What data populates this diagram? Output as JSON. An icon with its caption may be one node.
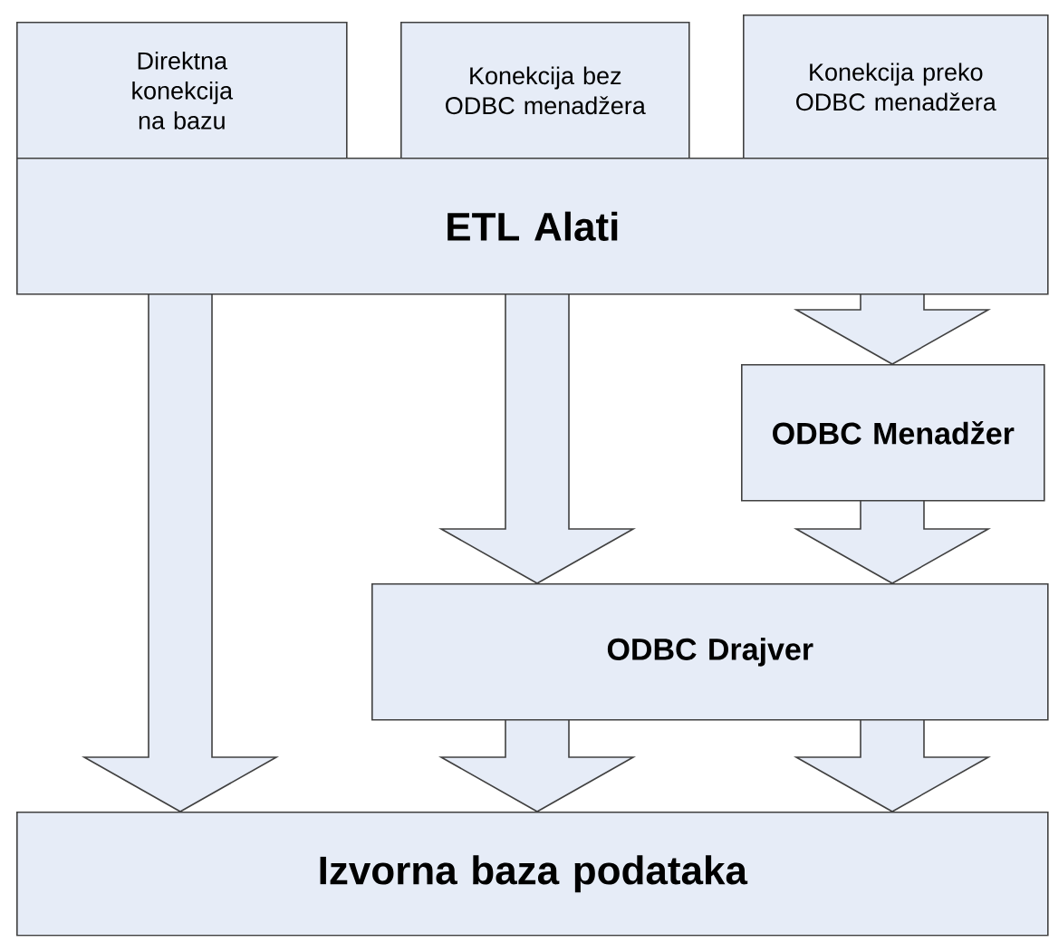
{
  "diagram": {
    "nodes": [
      {
        "text": [
          "Direktna konekcija na bazu"
        ]
      },
      {
        "text": [
          "Konekcija bez ODBC menadžera"
        ]
      },
      {
        "text": [
          "Konekcija preko ODBC menadžera"
        ]
      },
      {
        "text": [
          "ETL Alati"
        ]
      },
      {
        "text": [
          "ODBC Menadžer"
        ]
      },
      {
        "text": [
          "ODBC Drajver"
        ]
      },
      {
        "text": [
          "Izvorna baza podataka"
        ]
      }
    ],
    "edges": [
      {
        "from": 3,
        "to": 6,
        "arrow": "to"
      },
      {
        "from": 3,
        "to": 5,
        "arrow": "to"
      },
      {
        "from": 3,
        "to": 4,
        "arrow": "to"
      },
      {
        "from": 4,
        "to": 5,
        "arrow": "to"
      },
      {
        "from": 5,
        "to": 6,
        "arrow": "to"
      },
      {
        "from": 5,
        "to": 6,
        "arrow": "to"
      }
    ]
  }
}
